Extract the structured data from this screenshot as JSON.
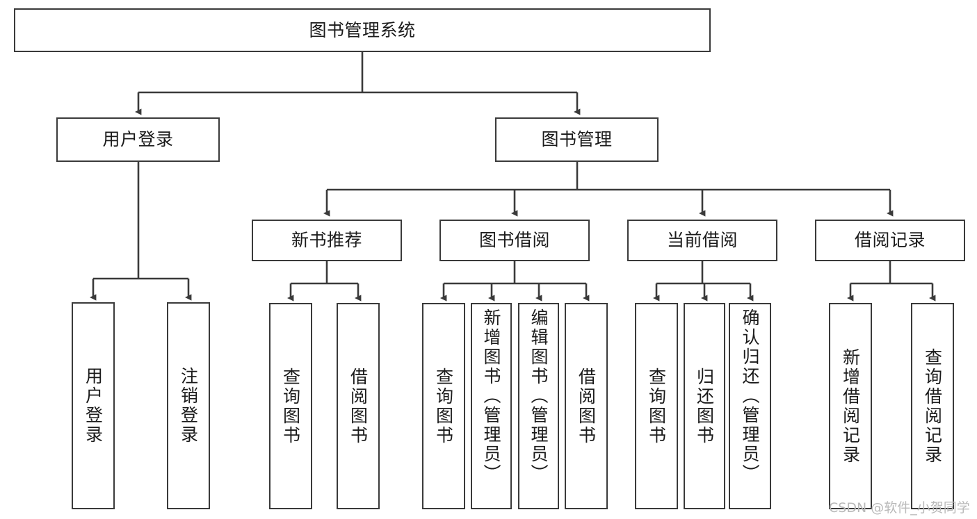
{
  "diagram": {
    "title": "图书管理系统",
    "type": "tree-hierarchy",
    "watermark": "CSDN @软件_小贺同学",
    "colors": {
      "background": "#ffffff",
      "box_border": "#3a3a3a",
      "text": "#1b1b1b",
      "connector": "#3a3a3a",
      "watermark": "#b9b9b9"
    },
    "root": {
      "label": "图书管理系统"
    },
    "level2": [
      {
        "label": "用户登录"
      },
      {
        "label": "图书管理"
      }
    ],
    "level3": [
      {
        "label": "新书推荐"
      },
      {
        "label": "图书借阅"
      },
      {
        "label": "当前借阅"
      },
      {
        "label": "借阅记录"
      }
    ],
    "leaves": {
      "user_login": [
        {
          "label": "用户登录"
        },
        {
          "label": "注销登录"
        }
      ],
      "new_book_recommend": [
        {
          "label": "查询图书"
        },
        {
          "label": "借阅图书"
        }
      ],
      "book_borrow": [
        {
          "label": "查询图书"
        },
        {
          "label": "新增图书（管理员）"
        },
        {
          "label": "编辑图书（管理员）"
        },
        {
          "label": "借阅图书"
        }
      ],
      "current_borrow": [
        {
          "label": "查询图书"
        },
        {
          "label": "归还图书"
        },
        {
          "label": "确认归还（管理员）"
        }
      ],
      "borrow_record": [
        {
          "label": "新增借阅记录"
        },
        {
          "label": "查询借阅记录"
        }
      ]
    }
  }
}
